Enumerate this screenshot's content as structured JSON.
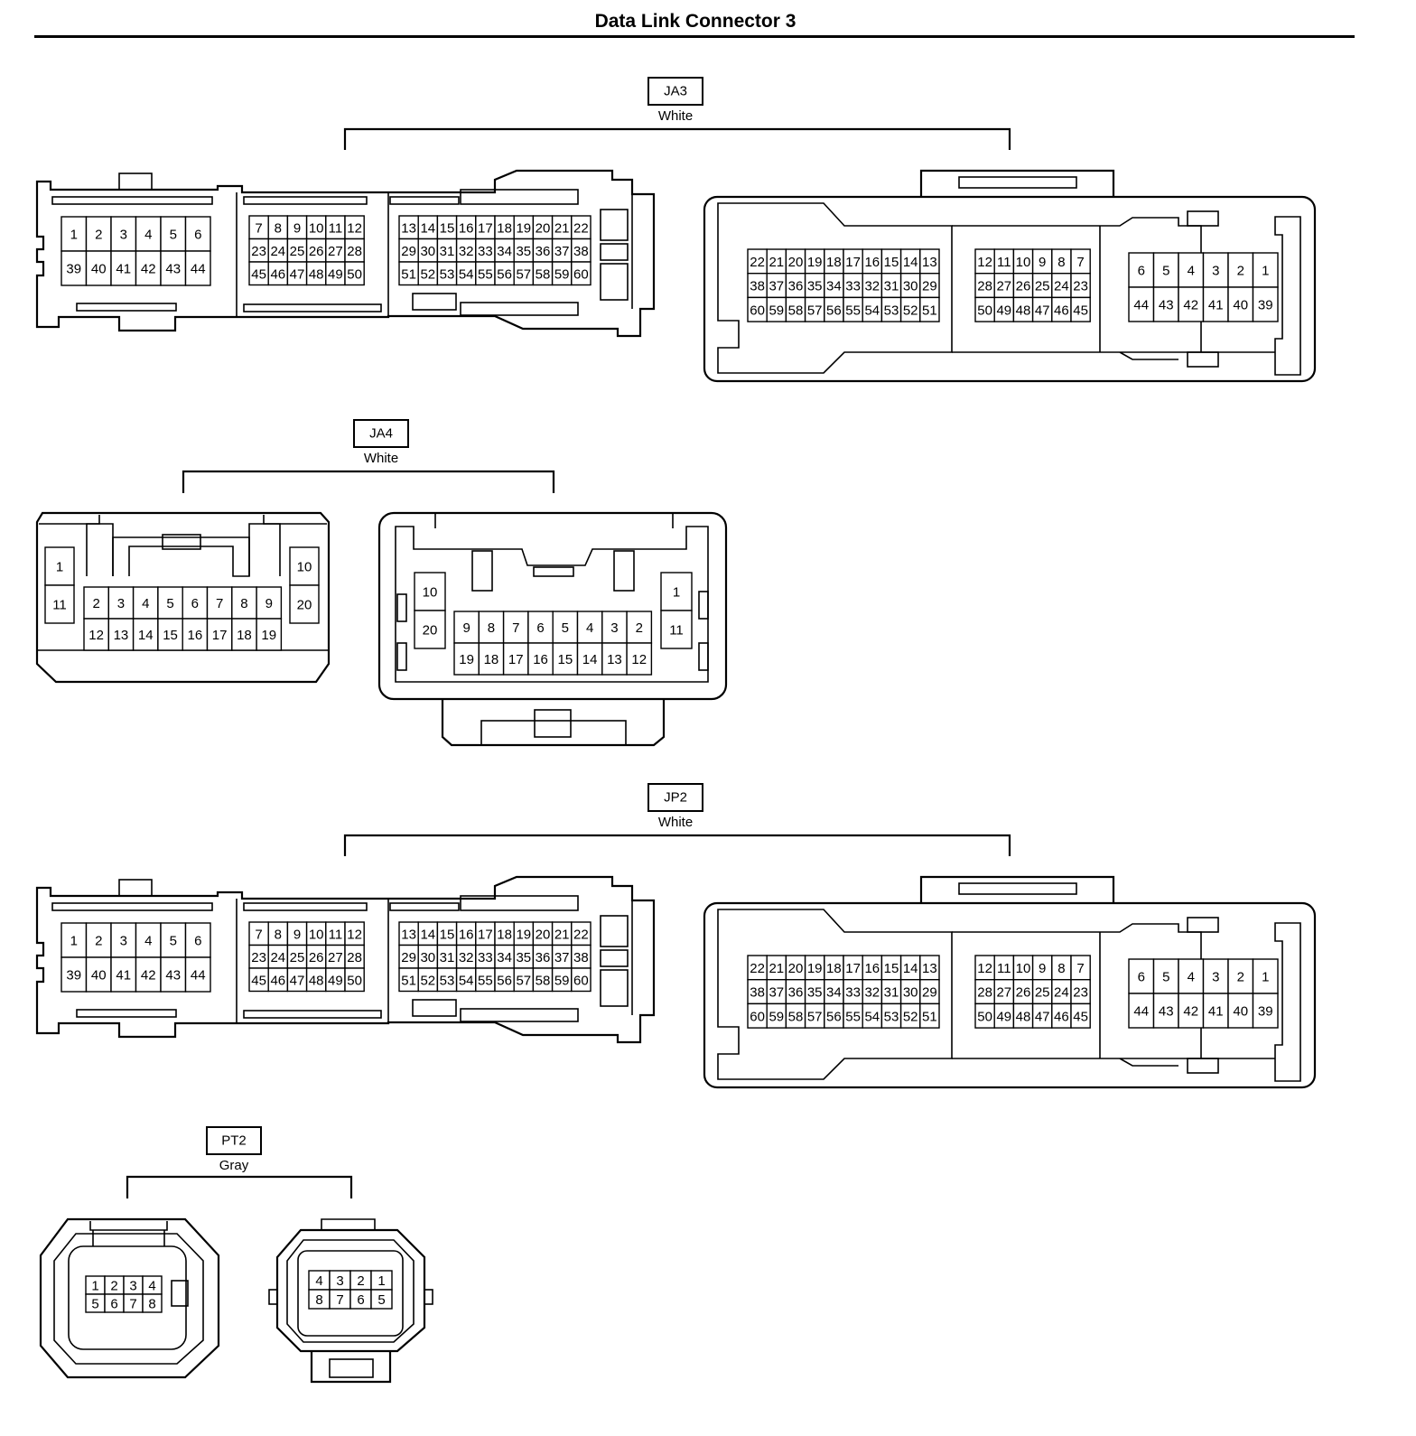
{
  "title": "Data Link Connector 3",
  "connectors": [
    {
      "code": "JA3",
      "color": "White"
    },
    {
      "code": "JA4",
      "color": "White"
    },
    {
      "code": "JP2",
      "color": "White"
    },
    {
      "code": "PT2",
      "color": "Gray"
    }
  ],
  "pinouts": {
    "ecu60": {
      "b1": [
        [
          "1",
          "2",
          "3",
          "4",
          "5",
          "6"
        ],
        [
          "39",
          "40",
          "41",
          "42",
          "43",
          "44"
        ]
      ],
      "b2": [
        [
          "7",
          "8",
          "9",
          "10",
          "11",
          "12"
        ],
        [
          "23",
          "24",
          "25",
          "26",
          "27",
          "28"
        ],
        [
          "45",
          "46",
          "47",
          "48",
          "49",
          "50"
        ]
      ],
      "b3": [
        [
          "13",
          "14",
          "15",
          "16",
          "17",
          "18",
          "19",
          "20",
          "21",
          "22"
        ],
        [
          "29",
          "30",
          "31",
          "32",
          "33",
          "34",
          "35",
          "36",
          "37",
          "38"
        ],
        [
          "51",
          "52",
          "53",
          "54",
          "55",
          "56",
          "57",
          "58",
          "59",
          "60"
        ]
      ]
    },
    "wire60": {
      "b1": [
        [
          "22",
          "21",
          "20",
          "19",
          "18",
          "17",
          "16",
          "15",
          "14",
          "13"
        ],
        [
          "38",
          "37",
          "36",
          "35",
          "34",
          "33",
          "32",
          "31",
          "30",
          "29"
        ],
        [
          "60",
          "59",
          "58",
          "57",
          "56",
          "55",
          "54",
          "53",
          "52",
          "51"
        ]
      ],
      "b2": [
        [
          "12",
          "11",
          "10",
          "9",
          "8",
          "7"
        ],
        [
          "28",
          "27",
          "26",
          "25",
          "24",
          "23"
        ],
        [
          "50",
          "49",
          "48",
          "47",
          "46",
          "45"
        ]
      ],
      "b3": [
        [
          "6",
          "5",
          "4",
          "3",
          "2",
          "1"
        ],
        [
          "44",
          "43",
          "42",
          "41",
          "40",
          "39"
        ]
      ]
    },
    "ja4left": {
      "single": [
        [
          "1"
        ],
        [
          "11"
        ]
      ],
      "main": [
        [
          "2",
          "3",
          "4",
          "5",
          "6",
          "7",
          "8",
          "9"
        ],
        [
          "12",
          "13",
          "14",
          "15",
          "16",
          "17",
          "18",
          "19"
        ]
      ],
      "right": [
        [
          "10"
        ],
        [
          "20"
        ]
      ]
    },
    "ja4right": {
      "left": [
        [
          "10"
        ],
        [
          "20"
        ]
      ],
      "main": [
        [
          "9",
          "8",
          "7",
          "6",
          "5",
          "4",
          "3",
          "2"
        ],
        [
          "19",
          "18",
          "17",
          "16",
          "15",
          "14",
          "13",
          "12"
        ]
      ],
      "single": [
        [
          "1"
        ],
        [
          "11"
        ]
      ]
    },
    "pt2left": [
      [
        "1",
        "2",
        "3",
        "4"
      ],
      [
        "5",
        "6",
        "7",
        "8"
      ]
    ],
    "pt2right": [
      [
        "4",
        "3",
        "2",
        "1"
      ],
      [
        "8",
        "7",
        "6",
        "5"
      ]
    ]
  }
}
